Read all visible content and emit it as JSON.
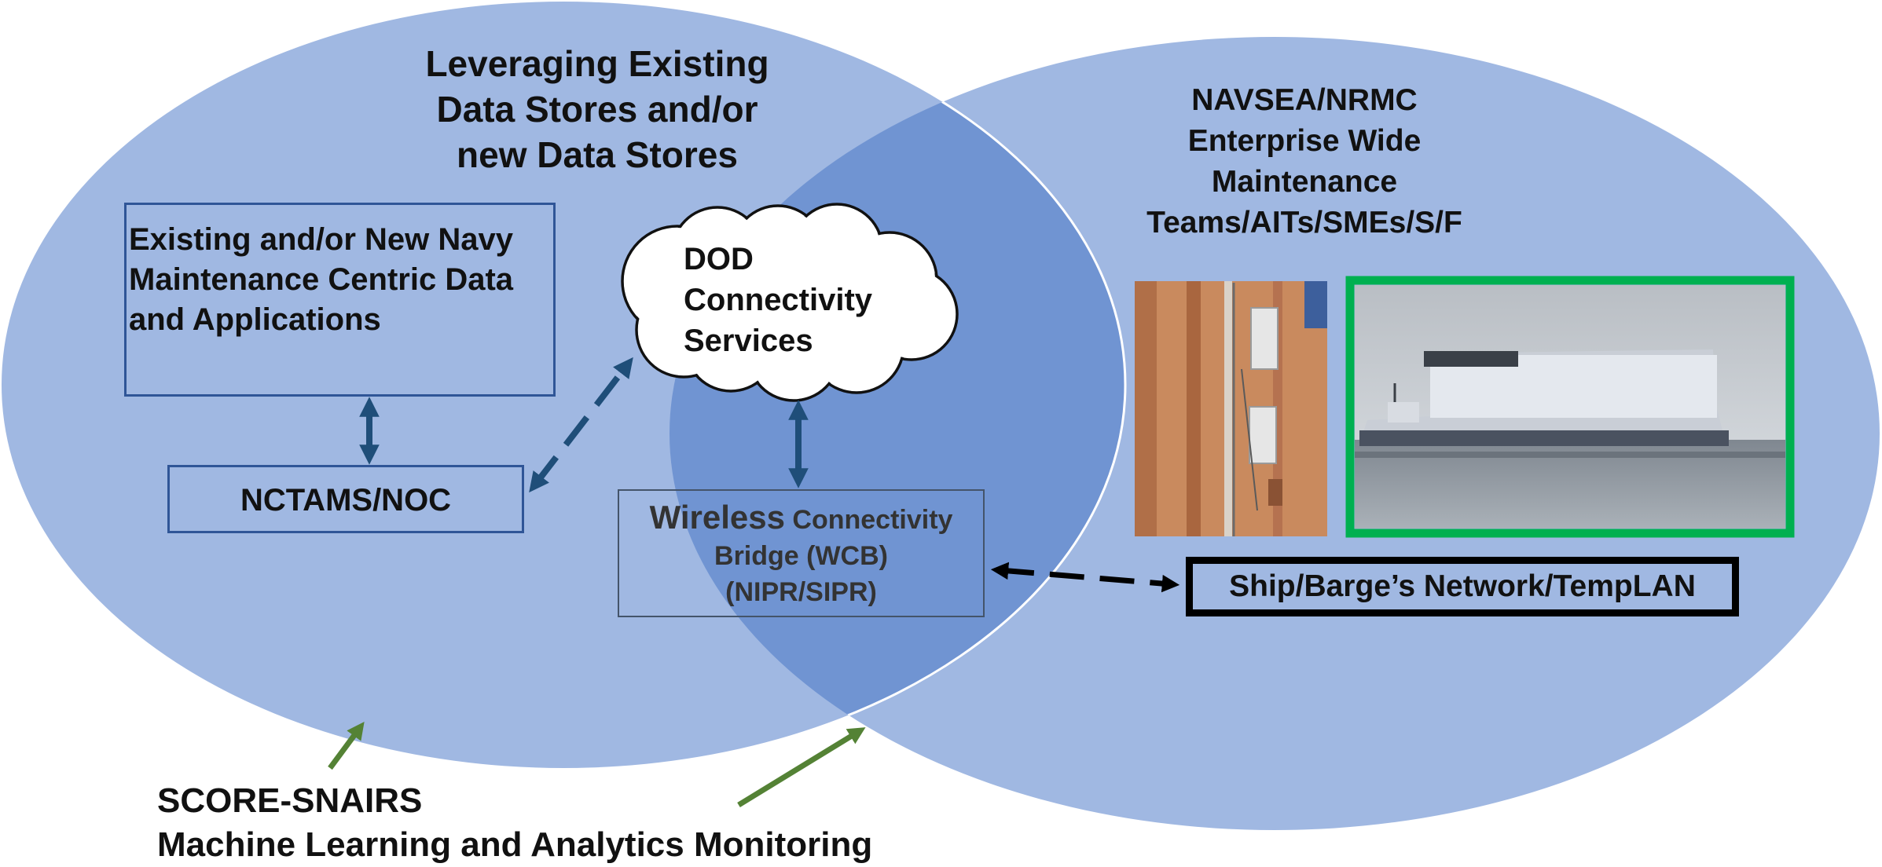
{
  "titles": {
    "left": [
      "Leveraging Existing",
      "Data Stores and/or",
      "new Data Stores"
    ],
    "right": [
      "NAVSEA/NRMC",
      "Enterprise Wide",
      "Maintenance",
      "Teams/AITs/SMEs/S/F"
    ]
  },
  "boxes": {
    "data_apps": [
      "Existing and/or New Navy",
      "Maintenance Centric Data",
      "and Applications"
    ],
    "nctams": "NCTAMS/NOC",
    "wcb": {
      "line1_big": "Wireless",
      "line1_rest": " Connectivity",
      "line2": "Bridge (WCB)",
      "line3": "(NIPR/SIPR)"
    },
    "ship_network": "Ship/Barge’s Network/TempLAN"
  },
  "cloud": [
    "DOD",
    "Connectivity",
    "Services"
  ],
  "score": [
    "SCORE-SNAIRS",
    "Machine Learning and Analytics Monitoring"
  ],
  "colors": {
    "ellipse_fill": "#a0b8e2",
    "overlap_fill": "#7094d2",
    "box_border": "#2f5597",
    "arrow_blue": "#1f4e79",
    "arrow_green": "#548235",
    "photo_frame": "#00b050",
    "ship_border": "#000000"
  }
}
